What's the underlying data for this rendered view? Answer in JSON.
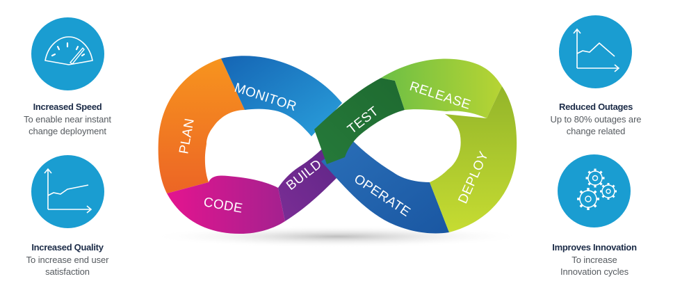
{
  "diagram": {
    "type": "devops-infinity-loop",
    "stages": [
      {
        "label": "PLAN",
        "color": "#f07a20"
      },
      {
        "label": "CODE",
        "color": "#d01a8c"
      },
      {
        "label": "BUILD",
        "color": "#6a2a8e"
      },
      {
        "label": "TEST",
        "color": "#2d7a34"
      },
      {
        "label": "RELEASE",
        "color": "#7cc242"
      },
      {
        "label": "DEPLOY",
        "color": "#a4c52a"
      },
      {
        "label": "OPERATE",
        "color": "#1f63ad"
      },
      {
        "label": "MONITOR",
        "color": "#1a80c8"
      }
    ]
  },
  "benefits": [
    {
      "id": "speed",
      "title": "Increased Speed",
      "line1": "To enable near instant",
      "line2": "change deployment",
      "icon": "speedometer-icon"
    },
    {
      "id": "quality",
      "title": "Increased Quality",
      "line1": "To increase end user",
      "line2": "satisfaction",
      "icon": "rising-line-chart-icon"
    },
    {
      "id": "outages",
      "title": "Reduced Outages",
      "line1": "Up to 80% outages are",
      "line2": "change related",
      "icon": "falling-line-chart-icon"
    },
    {
      "id": "innovation",
      "title": "Improves Innovation",
      "line1": "To increase",
      "line2": "Innovation cycles",
      "icon": "gears-icon"
    }
  ],
  "colors": {
    "icon_circle": "#1a9dd1",
    "title_text": "#1b2b47",
    "subtitle_text": "#555a5f"
  }
}
